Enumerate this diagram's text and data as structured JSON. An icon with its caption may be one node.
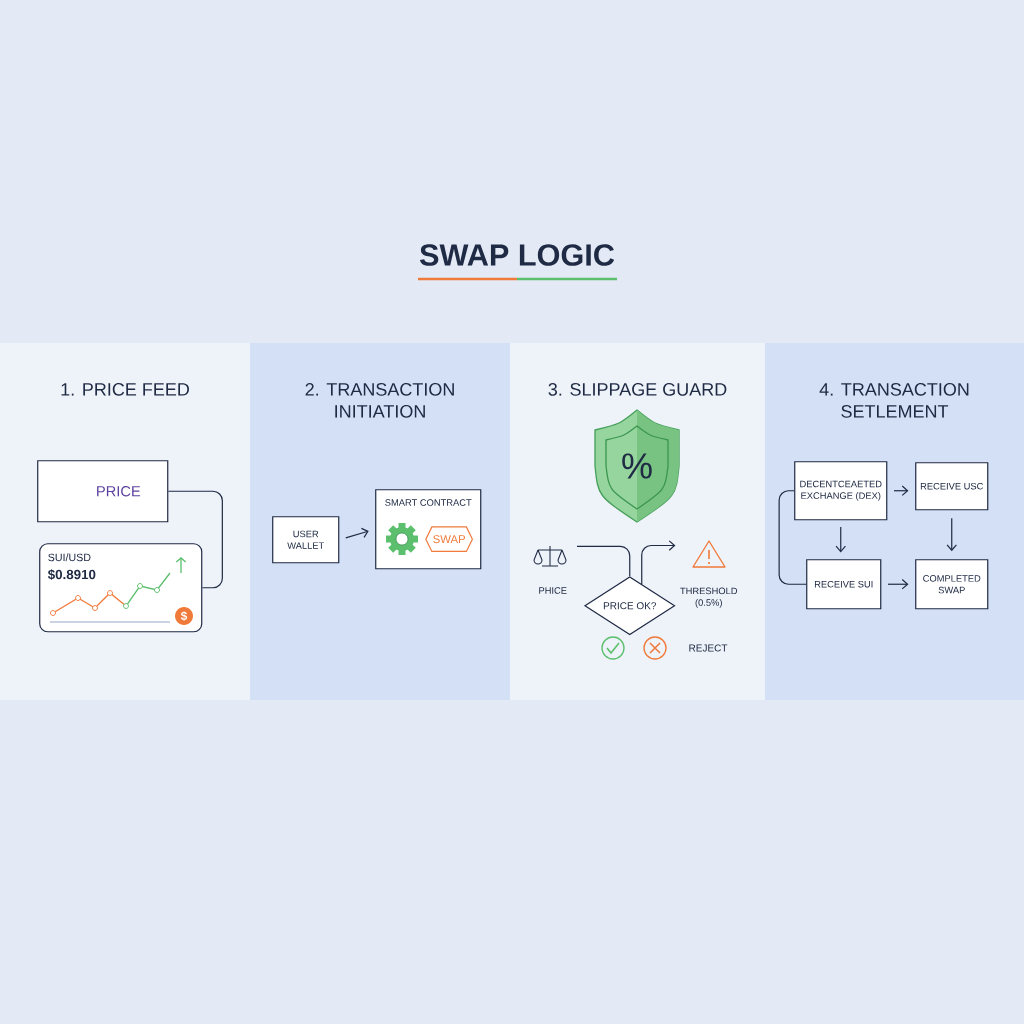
{
  "diagram": {
    "title": "SWAP LOGIC",
    "nodes": [
      {
        "text": [
          "1. PRICE FEED"
        ]
      },
      {
        "text": [
          "PRICE"
        ],
        "in": 0
      },
      {
        "text": [
          "SUI/USD",
          "$0.8910"
        ],
        "in": 0
      },
      {
        "text": [
          "2. TRANSACTION INITIATION"
        ]
      },
      {
        "text": [
          "USER WALLET"
        ],
        "in": 3
      },
      {
        "text": [
          "SMART CONTRACT"
        ],
        "in": 3
      },
      {
        "text": [
          "SWAP"
        ],
        "in": 5
      },
      {
        "text": [
          "3. SLIPPAGE GUARD"
        ]
      },
      {
        "text": [
          "PHICE"
        ],
        "in": 7
      },
      {
        "text": [
          "PRICE OK?"
        ],
        "in": 7
      },
      {
        "text": [
          "THRESHOLD (0.5%)"
        ],
        "in": 7
      },
      {
        "text": [
          "4. TRANSACTION SETLEMENT"
        ]
      },
      {
        "text": [
          "DECENTCEAETED EXCHANGE (DEX)"
        ],
        "in": 11
      },
      {
        "text": [
          "RECEIVE USC"
        ],
        "in": 11
      },
      {
        "text": [
          "RECEIVE SUI"
        ],
        "in": 11
      },
      {
        "text": [
          "COMPLETED SWAP"
        ],
        "in": 11
      }
    ],
    "edges": [
      {
        "from": 1,
        "to": 2,
        "arrow": "none"
      },
      {
        "from": 4,
        "to": 5,
        "arrow": "to"
      },
      {
        "from": 8,
        "to": 9,
        "arrow": "none"
      },
      {
        "from": 9,
        "to": 10,
        "arrow": "to"
      },
      {
        "from": 12,
        "to": 13,
        "arrow": "to"
      },
      {
        "from": 12,
        "to": 14,
        "arrow": "to"
      },
      {
        "from": 13,
        "to": 15,
        "arrow": "to"
      },
      {
        "from": 14,
        "to": 15,
        "arrow": "to"
      },
      {
        "from": 12,
        "to": 14,
        "arrow": "none"
      }
    ],
    "labels": [
      "$",
      "%",
      "REJECT"
    ]
  }
}
